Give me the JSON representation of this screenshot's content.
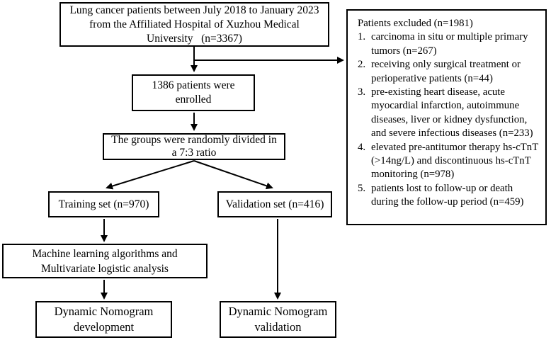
{
  "figure": {
    "background_color": "#ffffff",
    "line_color": "#000000"
  },
  "boxes": {
    "source": {
      "lines": [
        "Lung cancer patients between July 2018 to January 2023",
        "from the Affiliated Hospital of Xuzhou Medical",
        "University   (n=3367)"
      ]
    },
    "excluded": {
      "title": "Patients excluded (n=1981)",
      "items": [
        {
          "num": "1.",
          "text": "carcinoma in situ or multiple primary tumors (n=267)"
        },
        {
          "num": "2.",
          "text": "receiving only surgical treatment or perioperative patients (n=44)"
        },
        {
          "num": "3.",
          "text": "pre-existing heart disease, acute myocardial infarction, autoimmune diseases, liver or kidney dysfunction, and severe infectious diseases (n=233)"
        },
        {
          "num": "4.",
          "text": "elevated pre-antitumor therapy hs-cTnT (>14ng/L) and discontinuous hs-cTnT monitoring (n=978)"
        },
        {
          "num": "5.",
          "text": "patients lost to follow-up or death during the follow-up period (n=459)"
        }
      ]
    },
    "enrolled": {
      "lines": [
        "1386 patients were",
        "enrolled"
      ]
    },
    "split": {
      "lines": [
        "The groups were randomly divided in",
        "a 7:3 ratio"
      ]
    },
    "training": {
      "label": "Training set (n=970)"
    },
    "validation": {
      "label": "Validation set (n=416)"
    },
    "ml": {
      "lines": [
        "Machine learning algorithms and",
        "Multivariate logistic analysis"
      ]
    },
    "nomogram_development": {
      "lines": [
        "Dynamic Nomogram",
        "development"
      ]
    },
    "nomogram_validation": {
      "lines": [
        "Dynamic Nomogram",
        "validation"
      ]
    }
  }
}
